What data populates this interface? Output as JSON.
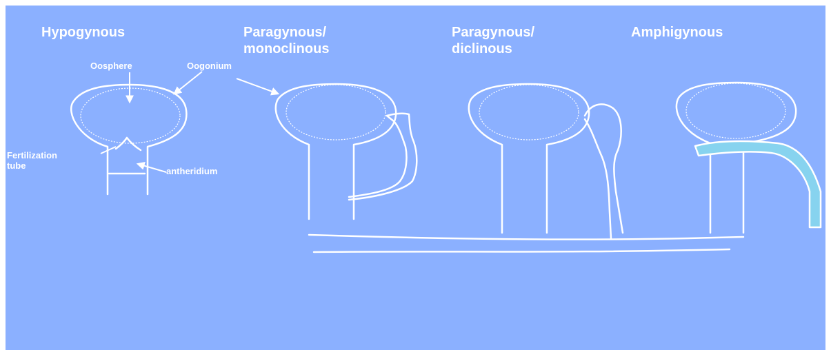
{
  "colors": {
    "background": "#8bb0ff",
    "line": "#ffffff",
    "antheridium_fill": "#87d3ef"
  },
  "titles": {
    "hypogynous": [
      "Hypogynous"
    ],
    "paragynous_monoclinous": [
      "Paragynous/",
      "monoclinous"
    ],
    "paragynous_diclinous": [
      "Paragynous/",
      "diclinous"
    ],
    "amphigynous": [
      "Amphigynous"
    ]
  },
  "labels": {
    "oosphere": "Oosphere",
    "oogonium": "Oogonium",
    "fertilization_tube": [
      "Fertilization",
      "tube"
    ],
    "antheridium": "antheridium"
  }
}
